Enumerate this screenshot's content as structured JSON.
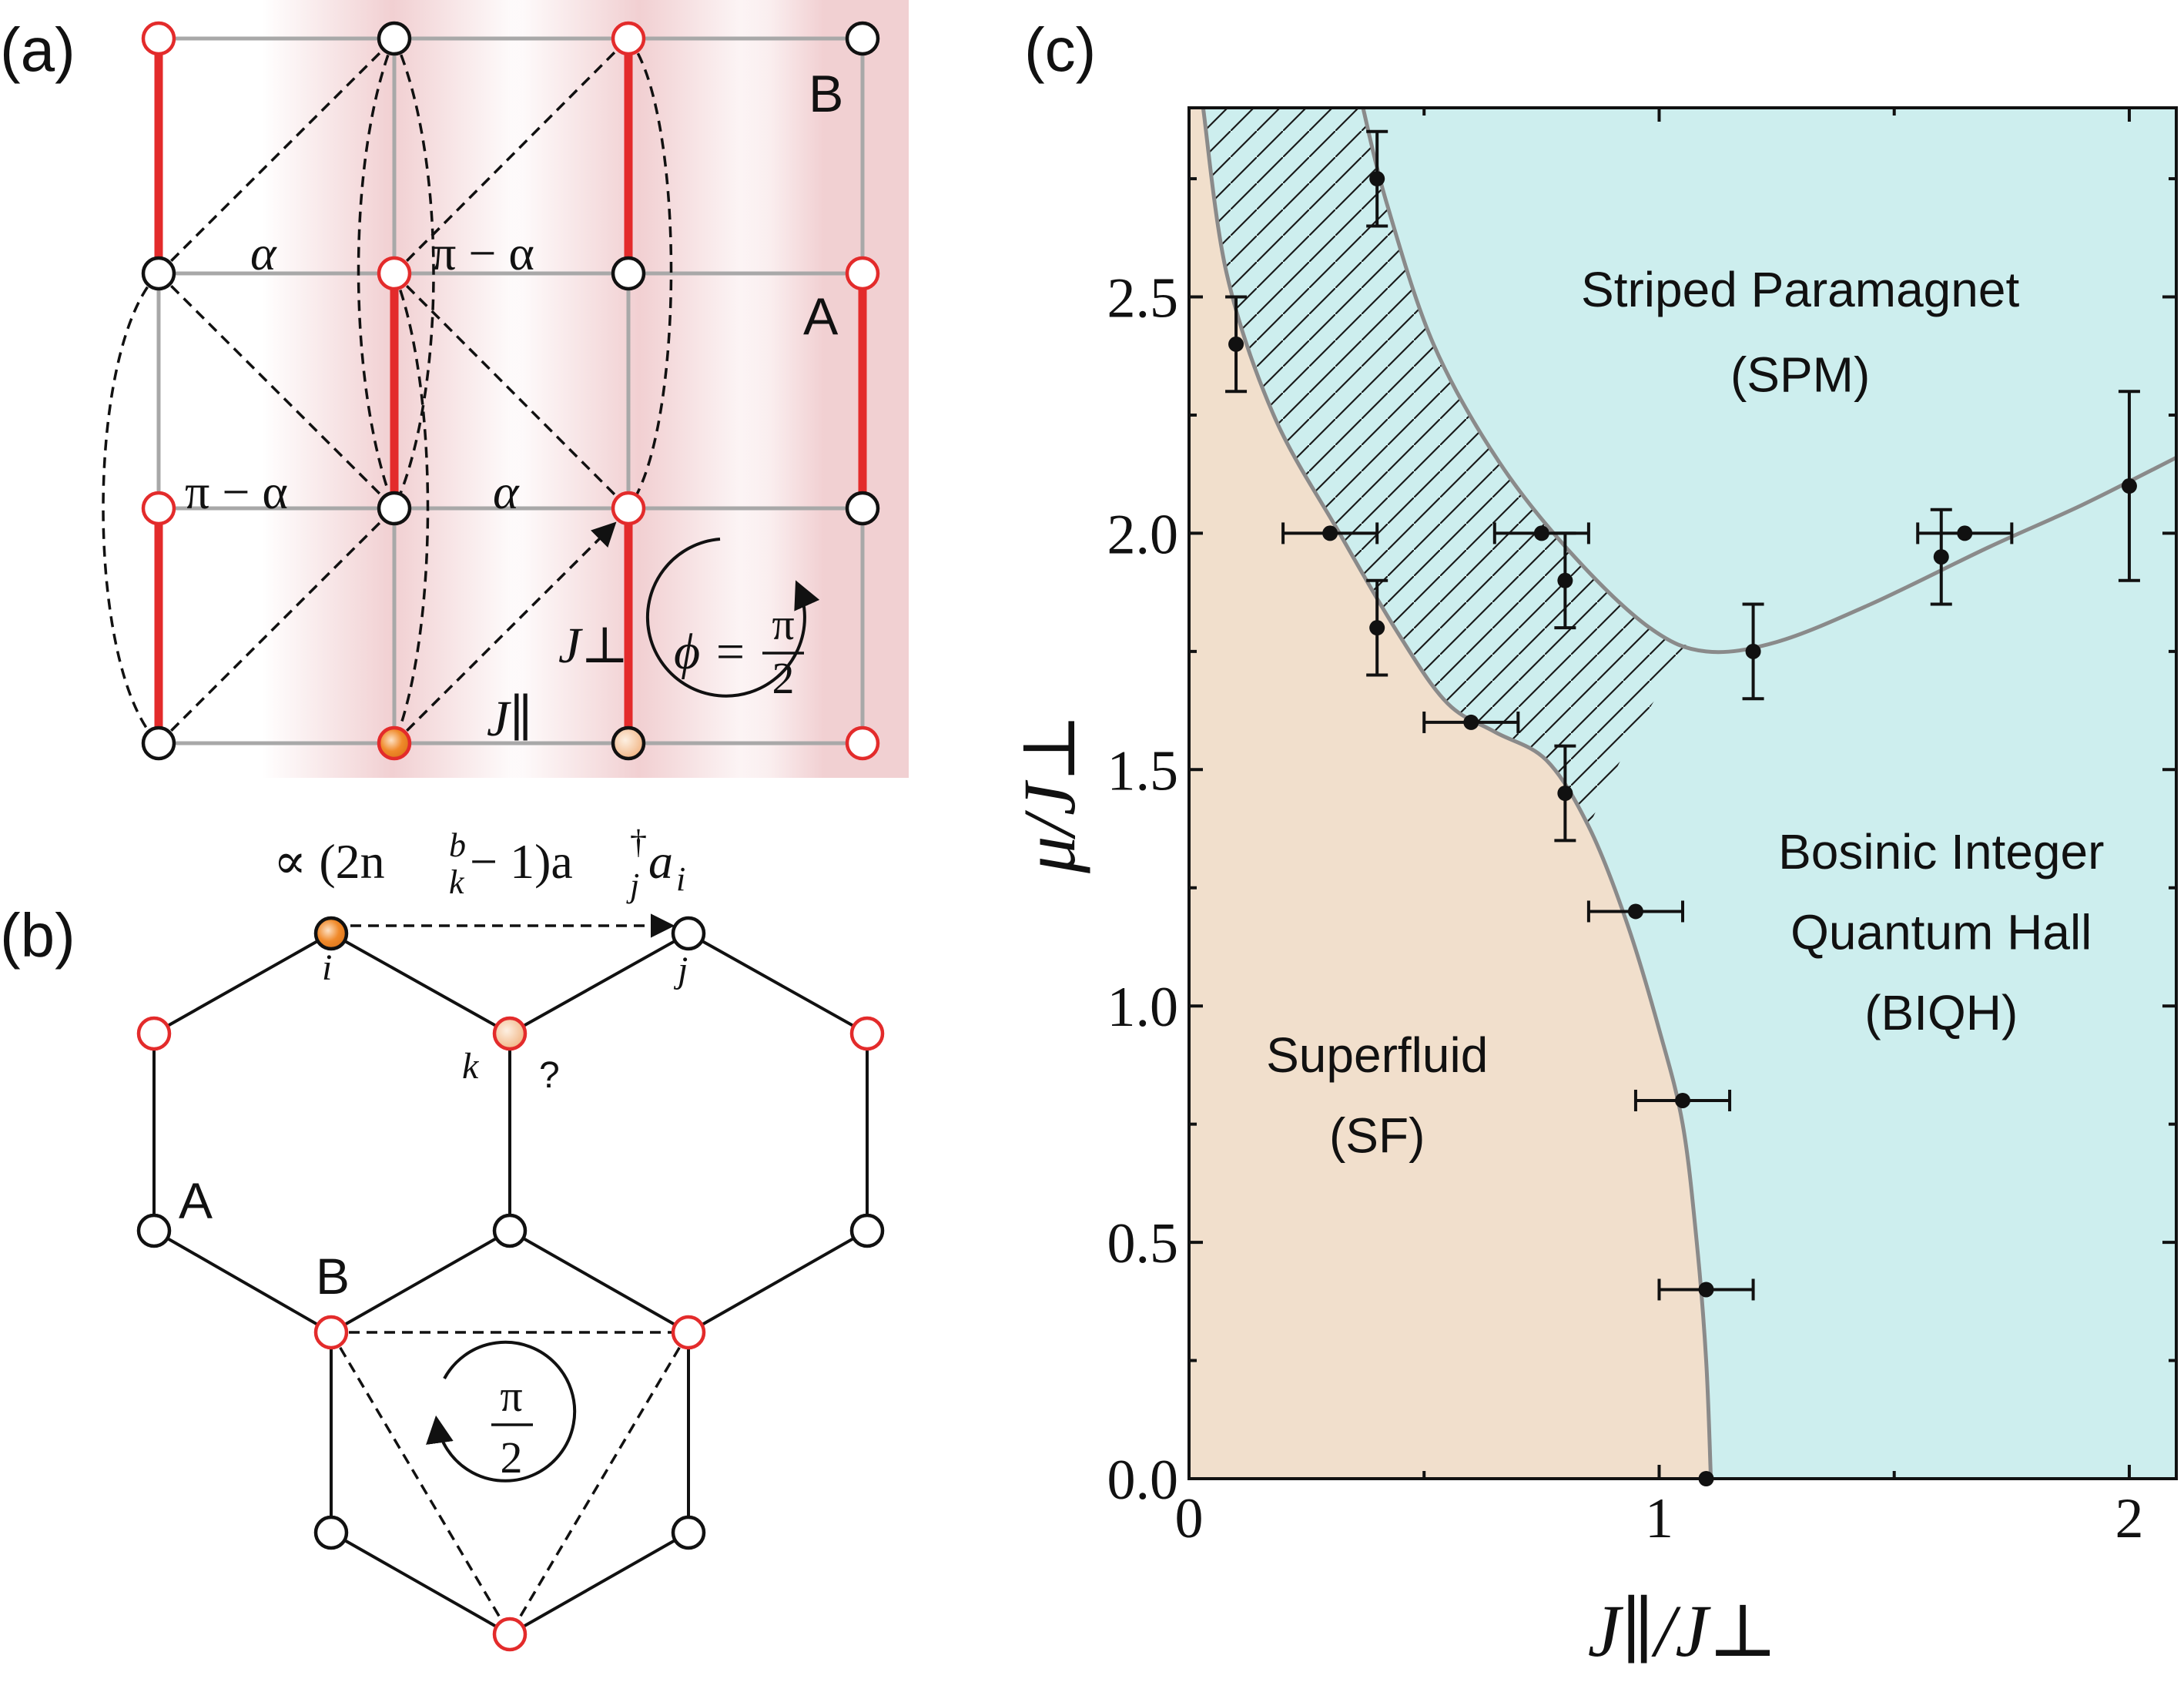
{
  "panels": {
    "a": {
      "label": "(a)",
      "site_labels": {
        "B": "B",
        "A": "A"
      },
      "angle_alpha": "α",
      "angle_pi_minus_alpha": "π − α",
      "flux_phi": "ϕ =",
      "flux_num": "π",
      "flux_den": "2",
      "j_perp": "J⊥",
      "j_par": "J∥"
    },
    "b": {
      "label": "(b)",
      "hopping_term": "∝ (2n",
      "hopping_sup": "b",
      "hopping_sub": "k",
      "hopping_rest": " − 1)a",
      "hopping_dag": "†",
      "hopping_j": "j",
      "hopping_a": "a",
      "hopping_i": "i",
      "site_i": "i",
      "site_j": "j",
      "site_k": "k",
      "question": "?",
      "site_A": "A",
      "site_B": "B",
      "flux_num": "π",
      "flux_den": "2"
    },
    "c": {
      "label": "(c)"
    }
  },
  "colors": {
    "spm": "#f1d3d5",
    "biqh": "#cdeeee",
    "sf": "#f1dfcc",
    "red_bond": "#e32b2b",
    "red_site": "#e32b2b",
    "orange_site": "#f08a2b",
    "grid": "#a8a8a8",
    "boundary": "#8a8a8a",
    "pink_strip": "#e6a9ad"
  },
  "chart_data": {
    "type": "scatter",
    "xlabel": "J∥/J⊥",
    "ylabel": "μ/J⊥",
    "xlim": [
      0,
      2.1
    ],
    "ylim": [
      0,
      2.9
    ],
    "xticks": [
      0,
      1,
      2
    ],
    "yticks": [
      0.0,
      0.5,
      1.0,
      1.5,
      2.0,
      2.5
    ],
    "xtick_labels": [
      "0",
      "1",
      "2"
    ],
    "ytick_labels": [
      "0.0",
      "0.5",
      "1.0",
      "1.5",
      "2.0",
      "2.5"
    ],
    "regions": {
      "spm": {
        "line1": "Striped Paramagnet",
        "line2": "(SPM)"
      },
      "biqh": {
        "line1": "Bosinic Integer",
        "line2": "Quantum Hall",
        "line3": "(BIQH)"
      },
      "sf": {
        "line1": "Superfluid",
        "line2": "(SF)"
      }
    },
    "sf_boundary": [
      [
        0.03,
        2.9
      ],
      [
        0.08,
        2.55
      ],
      [
        0.18,
        2.25
      ],
      [
        0.32,
        2.0
      ],
      [
        0.45,
        1.78
      ],
      [
        0.55,
        1.64
      ],
      [
        0.65,
        1.58
      ],
      [
        0.76,
        1.52
      ],
      [
        0.85,
        1.38
      ],
      [
        0.93,
        1.18
      ],
      [
        1.0,
        0.95
      ],
      [
        1.05,
        0.75
      ],
      [
        1.08,
        0.5
      ],
      [
        1.1,
        0.25
      ],
      [
        1.11,
        0.0
      ]
    ],
    "spm_boundary": [
      [
        0.37,
        2.9
      ],
      [
        0.42,
        2.7
      ],
      [
        0.52,
        2.4
      ],
      [
        0.66,
        2.15
      ],
      [
        0.82,
        1.95
      ],
      [
        0.98,
        1.8
      ],
      [
        1.1,
        1.75
      ],
      [
        1.25,
        1.77
      ],
      [
        1.45,
        1.85
      ],
      [
        1.7,
        1.97
      ],
      [
        1.9,
        2.06
      ],
      [
        2.1,
        2.16
      ]
    ],
    "hatch_bottom": [
      [
        0.85,
        1.38
      ],
      [
        0.95,
        1.58
      ],
      [
        1.05,
        1.73
      ],
      [
        1.1,
        1.75
      ]
    ],
    "points": [
      {
        "x": 0.1,
        "y": 2.4,
        "xerr": 0,
        "yerr": 0.1
      },
      {
        "x": 0.4,
        "y": 2.75,
        "xerr": 0,
        "yerr": 0.1
      },
      {
        "x": 0.3,
        "y": 2.0,
        "xerr": 0.1,
        "yerr": 0
      },
      {
        "x": 0.4,
        "y": 1.8,
        "xerr": 0,
        "yerr": 0.1
      },
      {
        "x": 0.6,
        "y": 1.6,
        "xerr": 0.1,
        "yerr": 0
      },
      {
        "x": 0.75,
        "y": 2.0,
        "xerr": 0.1,
        "yerr": 0
      },
      {
        "x": 0.8,
        "y": 1.9,
        "xerr": 0,
        "yerr": 0.1
      },
      {
        "x": 0.8,
        "y": 1.45,
        "xerr": 0,
        "yerr": 0.1
      },
      {
        "x": 0.95,
        "y": 1.2,
        "xerr": 0.1,
        "yerr": 0
      },
      {
        "x": 1.05,
        "y": 0.8,
        "xerr": 0.1,
        "yerr": 0
      },
      {
        "x": 1.1,
        "y": 0.4,
        "xerr": 0.1,
        "yerr": 0
      },
      {
        "x": 1.1,
        "y": 0.0,
        "xerr": 0,
        "yerr": 0
      },
      {
        "x": 1.2,
        "y": 1.75,
        "xerr": 0,
        "yerr": 0.1
      },
      {
        "x": 1.6,
        "y": 1.95,
        "xerr": 0,
        "yerr": 0.1
      },
      {
        "x": 1.65,
        "y": 2.0,
        "xerr": 0.1,
        "yerr": 0
      },
      {
        "x": 2.0,
        "y": 2.1,
        "xerr": 0,
        "yerr": 0.2
      }
    ]
  }
}
